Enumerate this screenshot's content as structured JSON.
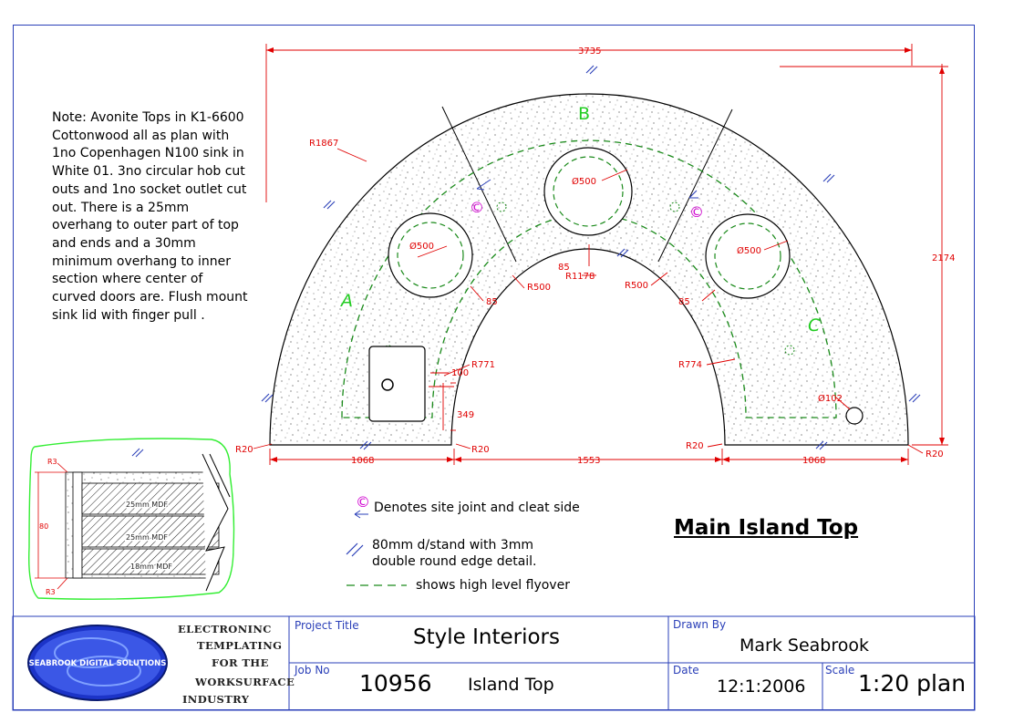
{
  "note": "Note:  Avonite Tops in K1-6600 Cottonwood  all as plan with 1no Copenhagen N100 sink in White 01. 3no circular hob cut outs and 1no socket outlet cut out. There is a 25mm overhang to outer part of top and ends and a 30mm minimum overhang to inner section where center of curved doors are. Flush mount sink lid with finger pull .",
  "drawing_title": "Main Island Top",
  "dimensions": {
    "overall_width": "3735",
    "overall_height": "2174",
    "outer_radius": "R1867",
    "inner_radius": "R1178",
    "inner_left_radius": "R771",
    "inner_right_radius": "R774",
    "hob_left": "Ø500",
    "hob_center": "Ø500",
    "hob_right": "Ø500",
    "r500_left": "R500",
    "r500_right": "R500",
    "gap_85_left": "85",
    "gap_85_center": "85",
    "gap_85_right": "85",
    "sink_offset": "100",
    "sink_depth": "349",
    "socket": "Ø102",
    "corner_r20_a": "R20",
    "corner_r20_b": "R20",
    "corner_r20_c": "R20",
    "corner_r20_d": "R20",
    "bottom_left": "1068",
    "bottom_center": "1553",
    "bottom_right": "1068"
  },
  "section_labels": {
    "a": "A",
    "b": "B",
    "c": "C"
  },
  "detail": {
    "r3_top": "R3",
    "r3_bottom": "R3",
    "height": "80",
    "layer1": "25mm MDF",
    "layer2": "25mm MDF",
    "layer3": "18mm MDF"
  },
  "legend": {
    "site_joint": "Denotes site joint and cleat side",
    "dstand_line1": "80mm d/stand with 3mm",
    "dstand_line2": "double round edge detail.",
    "flyover": "shows high level flyover",
    "joint_symbol": "©"
  },
  "title_block": {
    "company_line1": "ELECTRONINC",
    "company_line2": "TEMPLATING",
    "company_line3": "FOR THE",
    "company_line4": "WORKSURFACE",
    "company_line5": "INDUSTRY",
    "logo_text": "SEABROOK DIGITAL SOLUTIONS",
    "project_title_label": "Project Title",
    "project_title": "Style Interiors",
    "job_no_label": "Job No",
    "job_no": "10956",
    "job_desc": "Island Top",
    "drawn_by_label": "Drawn By",
    "drawn_by": "Mark Seabrook",
    "date_label": "Date",
    "date": "12:1:2006",
    "scale_label": "Scale",
    "scale": "1:20 plan"
  },
  "colors": {
    "outline": "#000000",
    "dimension": "#e00000",
    "flyover": "#1a8a1a",
    "frame": "#2a3fb8",
    "label_green": "#22cc22",
    "joint_magenta": "#d000d0",
    "detail_border": "#33ee33",
    "logo": "#2b3fcf"
  }
}
